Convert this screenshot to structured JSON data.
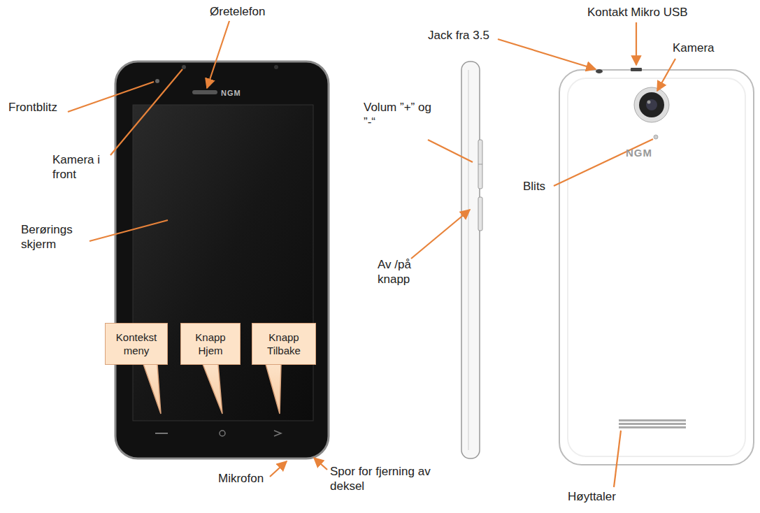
{
  "diagram": {
    "nodes": [
      {
        "text": [
          "Kontekst meny"
        ]
      },
      {
        "text": [
          "Knapp Hjem"
        ]
      },
      {
        "text": [
          "Knapp Tilbake"
        ]
      }
    ],
    "labels": [
      "Øretelefon",
      "Frontblitz",
      "Kamera i front",
      "Berørings skjerm",
      "Mikrofon",
      "Spor for fjerning av deksel",
      "Volum ”+” og ”-“",
      "Av /på knapp",
      "Jack fra 3.5",
      "Kontakt Mikro USB",
      "Kamera",
      "Blits",
      "Høyttaler",
      "NGM",
      "NGM"
    ]
  }
}
